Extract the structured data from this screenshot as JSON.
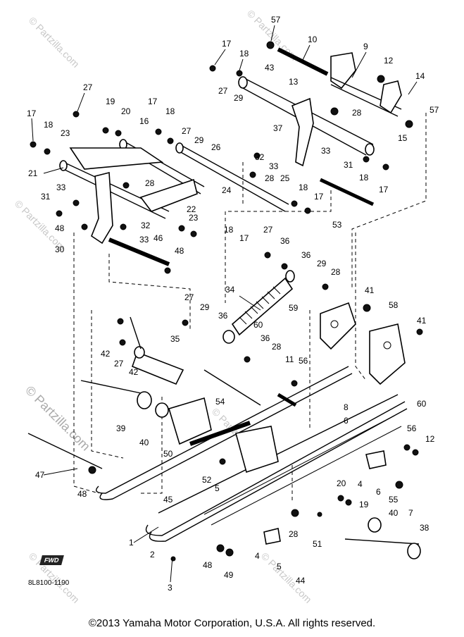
{
  "diagram": {
    "callouts": [
      {
        "id": "57a",
        "text": "57"
      },
      {
        "id": "10",
        "text": "10"
      },
      {
        "id": "9",
        "text": "9"
      },
      {
        "id": "12a",
        "text": "12"
      },
      {
        "id": "14",
        "text": "14"
      },
      {
        "id": "57b",
        "text": "57"
      },
      {
        "id": "17a",
        "text": "17"
      },
      {
        "id": "18a",
        "text": "18"
      },
      {
        "id": "43",
        "text": "43"
      },
      {
        "id": "13",
        "text": "13"
      },
      {
        "id": "27a",
        "text": "27"
      },
      {
        "id": "29a",
        "text": "29"
      },
      {
        "id": "28a",
        "text": "28"
      },
      {
        "id": "37",
        "text": "37"
      },
      {
        "id": "15",
        "text": "15"
      },
      {
        "id": "27b",
        "text": "27"
      },
      {
        "id": "19a",
        "text": "19"
      },
      {
        "id": "20a",
        "text": "20"
      },
      {
        "id": "17b",
        "text": "17"
      },
      {
        "id": "18b",
        "text": "18"
      },
      {
        "id": "16",
        "text": "16"
      },
      {
        "id": "27c",
        "text": "27"
      },
      {
        "id": "29b",
        "text": "29"
      },
      {
        "id": "26",
        "text": "26"
      },
      {
        "id": "32a",
        "text": "32"
      },
      {
        "id": "33a",
        "text": "33"
      },
      {
        "id": "33b",
        "text": "33"
      },
      {
        "id": "31a",
        "text": "31"
      },
      {
        "id": "18c",
        "text": "18"
      },
      {
        "id": "17c",
        "text": "17"
      },
      {
        "id": "17d",
        "text": "17"
      },
      {
        "id": "18d",
        "text": "18"
      },
      {
        "id": "23a",
        "text": "23"
      },
      {
        "id": "21",
        "text": "21"
      },
      {
        "id": "28b",
        "text": "28"
      },
      {
        "id": "24",
        "text": "24"
      },
      {
        "id": "28c",
        "text": "28"
      },
      {
        "id": "25",
        "text": "25"
      },
      {
        "id": "18e",
        "text": "18"
      },
      {
        "id": "17e",
        "text": "17"
      },
      {
        "id": "31b",
        "text": "31"
      },
      {
        "id": "33c",
        "text": "33"
      },
      {
        "id": "22",
        "text": "22"
      },
      {
        "id": "53",
        "text": "53"
      },
      {
        "id": "48a",
        "text": "48"
      },
      {
        "id": "32b",
        "text": "32"
      },
      {
        "id": "23b",
        "text": "23"
      },
      {
        "id": "30",
        "text": "30"
      },
      {
        "id": "33d",
        "text": "33"
      },
      {
        "id": "46",
        "text": "46"
      },
      {
        "id": "18f",
        "text": "18"
      },
      {
        "id": "17f",
        "text": "17"
      },
      {
        "id": "48b",
        "text": "48"
      },
      {
        "id": "27d",
        "text": "27"
      },
      {
        "id": "36a",
        "text": "36"
      },
      {
        "id": "36b",
        "text": "36"
      },
      {
        "id": "29c",
        "text": "29"
      },
      {
        "id": "28d",
        "text": "28"
      },
      {
        "id": "34",
        "text": "34"
      },
      {
        "id": "41a",
        "text": "41"
      },
      {
        "id": "27e",
        "text": "27"
      },
      {
        "id": "29d",
        "text": "29"
      },
      {
        "id": "36c",
        "text": "36"
      },
      {
        "id": "59",
        "text": "59"
      },
      {
        "id": "58",
        "text": "58"
      },
      {
        "id": "60a",
        "text": "60"
      },
      {
        "id": "41b",
        "text": "41"
      },
      {
        "id": "35",
        "text": "35"
      },
      {
        "id": "36d",
        "text": "36"
      },
      {
        "id": "28e",
        "text": "28"
      },
      {
        "id": "11",
        "text": "11"
      },
      {
        "id": "56a",
        "text": "56"
      },
      {
        "id": "42a",
        "text": "42"
      },
      {
        "id": "27f",
        "text": "27"
      },
      {
        "id": "42b",
        "text": "42"
      },
      {
        "id": "60b",
        "text": "60"
      },
      {
        "id": "54",
        "text": "54"
      },
      {
        "id": "8",
        "text": "8"
      },
      {
        "id": "6a",
        "text": "6"
      },
      {
        "id": "39",
        "text": "39"
      },
      {
        "id": "40a",
        "text": "40"
      },
      {
        "id": "50",
        "text": "50"
      },
      {
        "id": "56b",
        "text": "56"
      },
      {
        "id": "12b",
        "text": "12"
      },
      {
        "id": "47",
        "text": "47"
      },
      {
        "id": "52",
        "text": "52"
      },
      {
        "id": "5a",
        "text": "5"
      },
      {
        "id": "4a",
        "text": "4"
      },
      {
        "id": "6b",
        "text": "6"
      },
      {
        "id": "48c",
        "text": "48"
      },
      {
        "id": "20b",
        "text": "20"
      },
      {
        "id": "19b",
        "text": "19"
      },
      {
        "id": "55",
        "text": "55"
      },
      {
        "id": "45",
        "text": "45"
      },
      {
        "id": "7",
        "text": "7"
      },
      {
        "id": "40b",
        "text": "40"
      },
      {
        "id": "1",
        "text": "1"
      },
      {
        "id": "28f",
        "text": "28"
      },
      {
        "id": "51",
        "text": "51"
      },
      {
        "id": "38",
        "text": "38"
      },
      {
        "id": "2",
        "text": "2"
      },
      {
        "id": "4b",
        "text": "4"
      },
      {
        "id": "48d",
        "text": "48"
      },
      {
        "id": "49",
        "text": "49"
      },
      {
        "id": "5b",
        "text": "5"
      },
      {
        "id": "44",
        "text": "44"
      },
      {
        "id": "3",
        "text": "3"
      }
    ],
    "fwd_badge": "FWD",
    "ref_code": "8L8100-1190",
    "watermark": "© Partzilla.com"
  },
  "footer": {
    "copyright": "©2013 Yamaha Motor Corporation, U.S.A. All rights reserved."
  }
}
